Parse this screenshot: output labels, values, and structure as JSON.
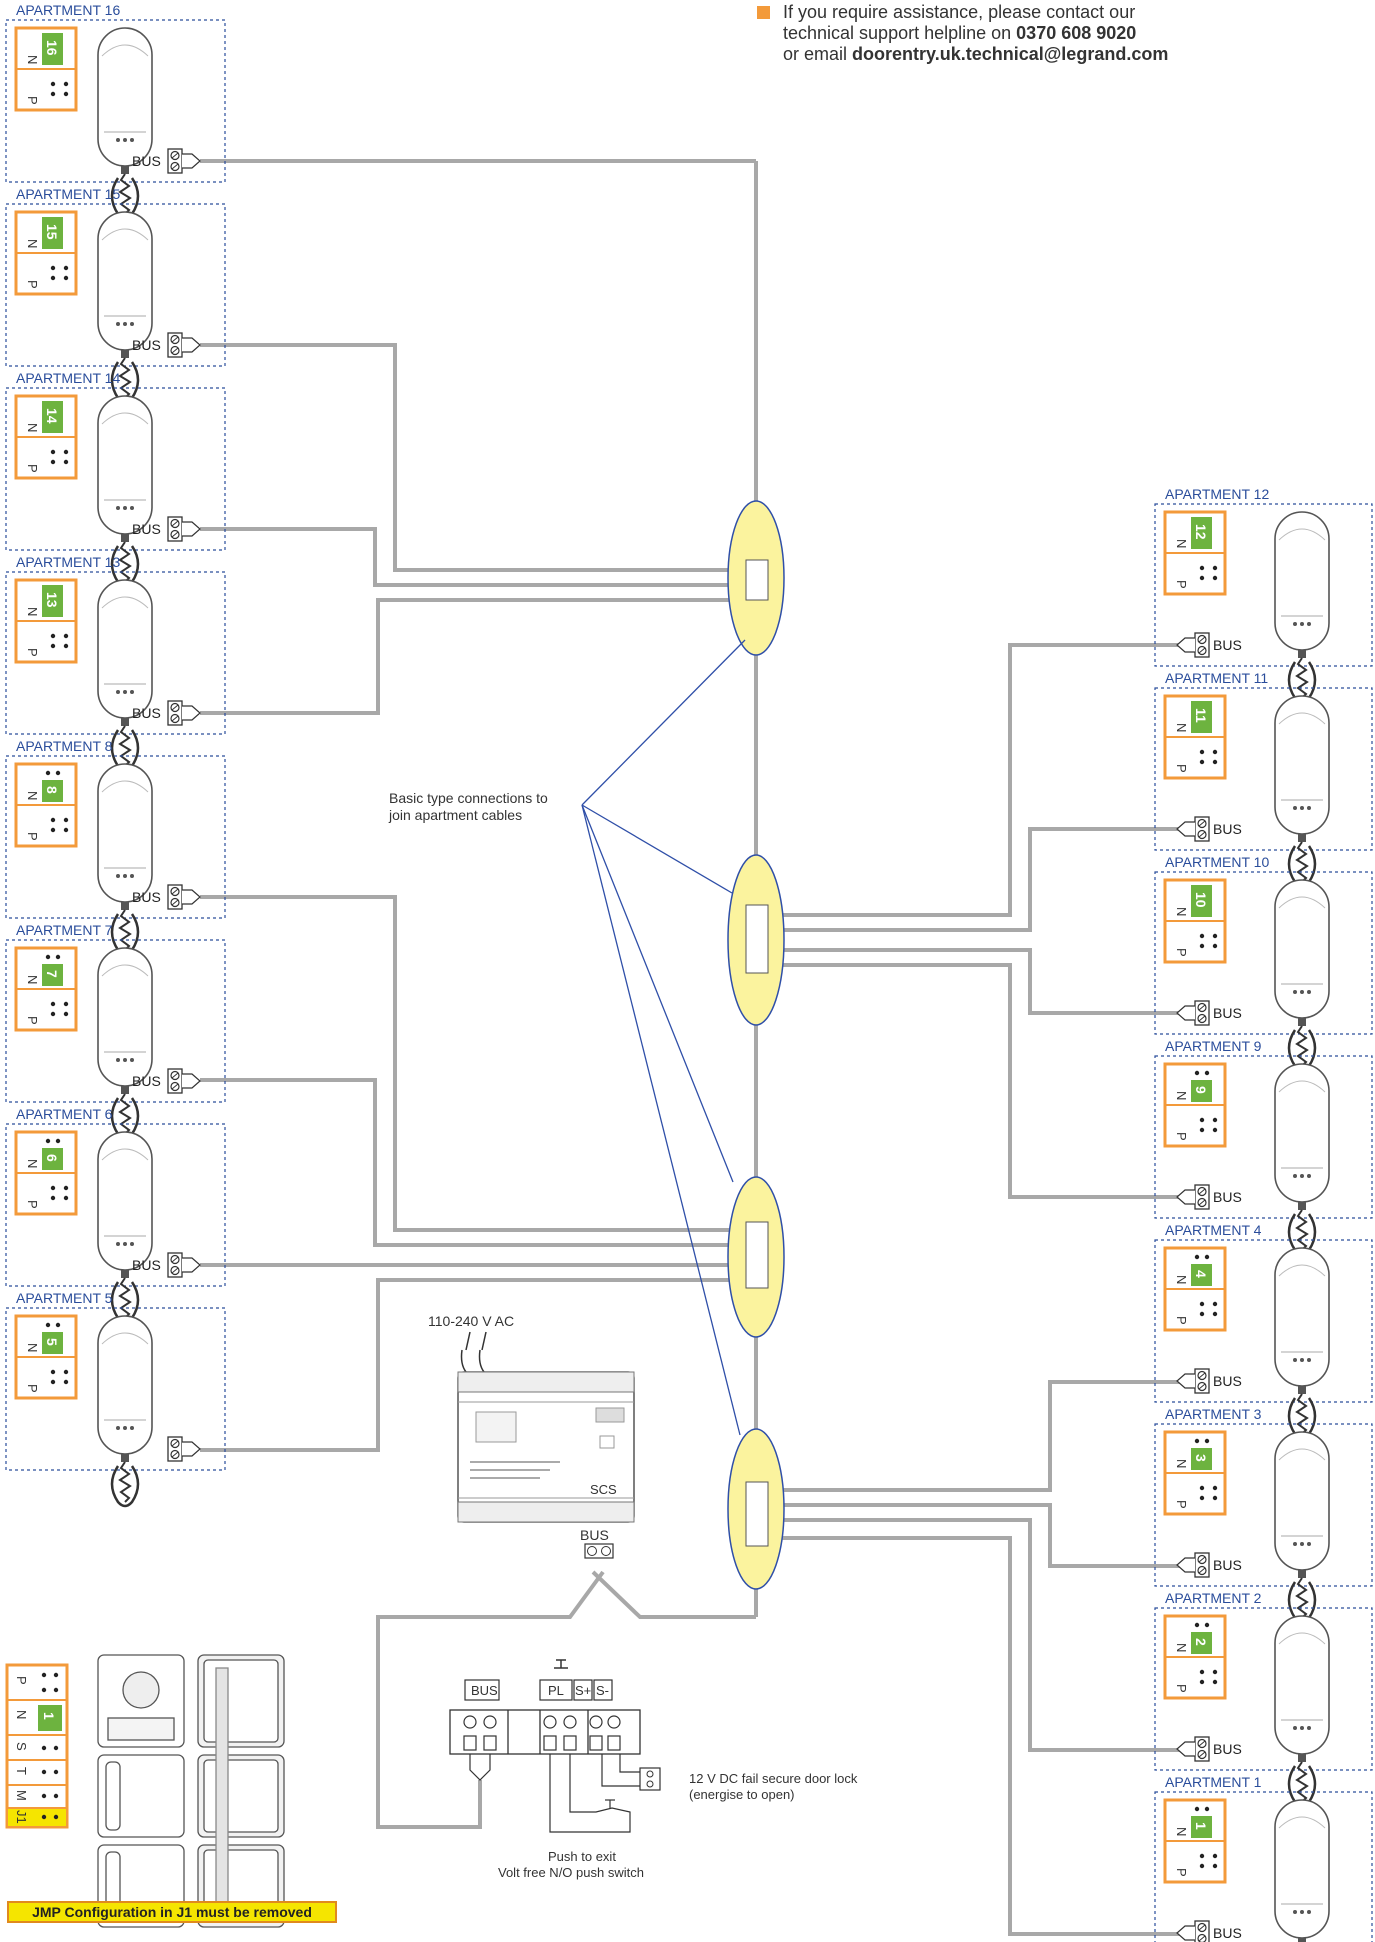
{
  "help": {
    "line1": "If you require assistance, please contact our",
    "line2_prefix": "technical support helpline on",
    "phone": "0370 608 9020",
    "line3_prefix": "or email",
    "email": "doorentry.uk.technical@legrand.com",
    "accent_color": "#f39a3a"
  },
  "left_apartments": [
    {
      "title": "APARTMENT 16",
      "number": "16",
      "bus": "BUS"
    },
    {
      "title": "APARTMENT 15",
      "number": "15",
      "bus": "BUS"
    },
    {
      "title": "APARTMENT 14",
      "number": "14",
      "bus": "BUS"
    },
    {
      "title": "APARTMENT 13",
      "number": "13",
      "bus": "BUS"
    },
    {
      "title": "APARTMENT 8",
      "number": "8",
      "bus": "BUS"
    },
    {
      "title": "APARTMENT 7",
      "number": "7",
      "bus": "BUS"
    },
    {
      "title": "APARTMENT 6",
      "number": "6",
      "bus": "BUS"
    },
    {
      "title": "APARTMENT 5",
      "number": "5",
      "bus": ""
    }
  ],
  "right_apartments": [
    {
      "title": "APARTMENT 12",
      "number": "12",
      "bus": "BUS"
    },
    {
      "title": "APARTMENT 11",
      "number": "11",
      "bus": "BUS"
    },
    {
      "title": "APARTMENT 10",
      "number": "10",
      "bus": "BUS"
    },
    {
      "title": "APARTMENT 9",
      "number": "9",
      "bus": "BUS"
    },
    {
      "title": "APARTMENT 4",
      "number": "4",
      "bus": "BUS"
    },
    {
      "title": "APARTMENT 3",
      "number": "3",
      "bus": "BUS"
    },
    {
      "title": "APARTMENT 2",
      "number": "2",
      "bus": "BUS"
    },
    {
      "title": "APARTMENT 1",
      "number": "1",
      "bus": "BUS"
    }
  ],
  "config_letters": {
    "n": "N",
    "p": "P"
  },
  "junction_note": {
    "line1": "Basic type connections to",
    "line2": "join apartment cables"
  },
  "power_supply": {
    "voltage": "110-240 V AC",
    "bus": "BUS",
    "scs": "SCS"
  },
  "terminal": {
    "bus": "BUS",
    "pl": "PL",
    "s_plus": "S+",
    "s_minus": "S-"
  },
  "lock_note": {
    "line1": "12 V DC fail secure door lock",
    "line2": "(energise to open)"
  },
  "exit_note": {
    "line1": "Push to exit",
    "line2": "Volt free N/O push switch"
  },
  "panel_config": {
    "letters": [
      "P",
      "N",
      "S",
      "T",
      "M",
      "J1"
    ],
    "n_value": "1"
  },
  "jmp_note": "JMP Configuration in J1 must be removed",
  "colors": {
    "apartment_title": "#2a4d9b",
    "config_border": "#f39a3a",
    "config_number_bg": "#6db33f",
    "junction_fill": "#fbf39e",
    "wire": "#a8a8a8",
    "note_line": "#2f4fa8"
  }
}
